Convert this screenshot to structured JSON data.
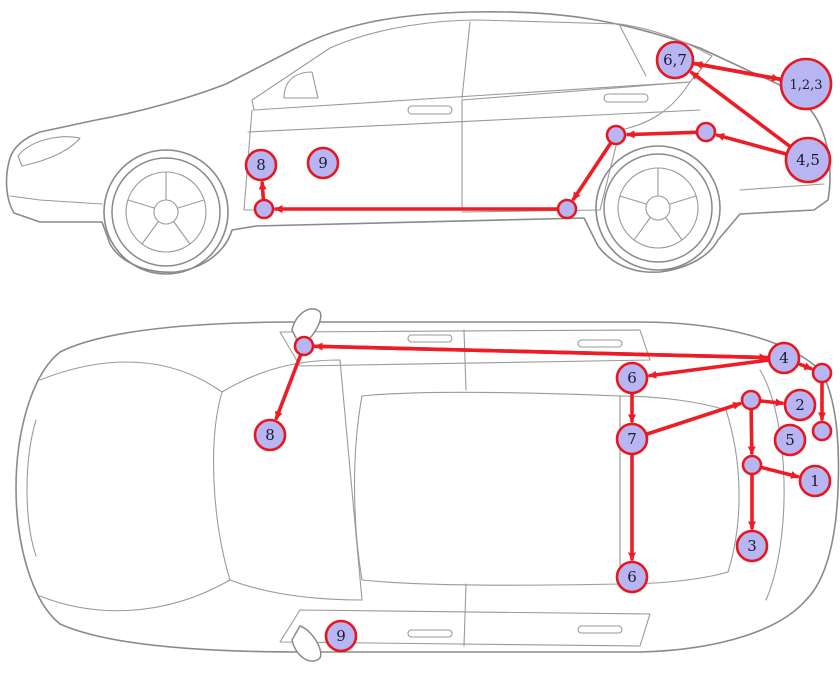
{
  "palette": {
    "node_fill": "#b7b6f2",
    "node_stroke": "#e8161f",
    "arrow": "#ee1c24",
    "car_outline": "#8a8a8a"
  },
  "side_view": {
    "labels": {
      "A": "6,7",
      "B": "1,2,3",
      "C": "4,5",
      "D": "",
      "E": "",
      "F": "",
      "G": "",
      "H": "8",
      "I": "9"
    },
    "edges": [
      [
        "B",
        "A"
      ],
      [
        "A",
        "B"
      ],
      [
        "C",
        "A"
      ],
      [
        "C",
        "D"
      ],
      [
        "D",
        "E"
      ],
      [
        "E",
        "F"
      ],
      [
        "F",
        "G"
      ],
      [
        "G",
        "H"
      ]
    ]
  },
  "top_view": {
    "labels": {
      "A": "",
      "B": "8",
      "C": "4",
      "D": "",
      "E": "",
      "F": "6",
      "G": "7",
      "H": "",
      "I": "2",
      "J": "5",
      "K": "",
      "L": "1",
      "M": "3",
      "N": "6",
      "O": "9"
    },
    "edges": [
      [
        "A",
        "B"
      ],
      [
        "C",
        "A"
      ],
      [
        "A",
        "C"
      ],
      [
        "C",
        "D"
      ],
      [
        "D",
        "E"
      ],
      [
        "C",
        "F"
      ],
      [
        "F",
        "G"
      ],
      [
        "G",
        "H"
      ],
      [
        "H",
        "I"
      ],
      [
        "H",
        "K"
      ],
      [
        "K",
        "L"
      ],
      [
        "K",
        "M"
      ],
      [
        "G",
        "N"
      ]
    ]
  }
}
